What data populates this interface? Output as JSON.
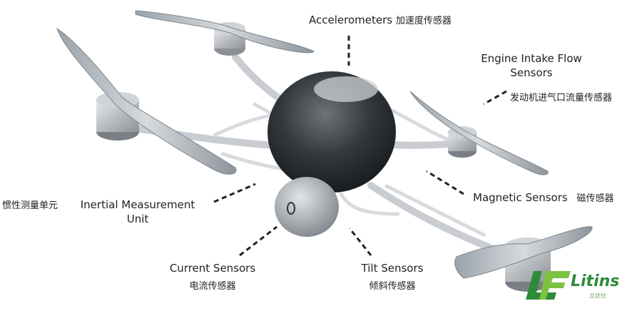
{
  "labels": {
    "accelerometers": {
      "en": "Accelerometers",
      "cn": "加速度传感器"
    },
    "engine_intake": {
      "en_line1": "Engine Intake Flow",
      "en_line2": "Sensors",
      "cn": "发动机进气口流量传感器"
    },
    "imu": {
      "cn": "惯性测量单元",
      "en_line1": "Inertial Measurement",
      "en_line2": "Unit"
    },
    "magnetic": {
      "en": "Magnetic Sensors",
      "cn": "磁传感器"
    },
    "current": {
      "en": "Current Sensors",
      "cn": "电流传感器"
    },
    "tilt": {
      "en": "Tilt Sensors",
      "cn": "倾斜传感器"
    }
  },
  "logo": {
    "name": "Litins",
    "sub": "立达仕"
  },
  "colors": {
    "frame": "#c9cdd2",
    "dome": "#2b3035",
    "label": "#222222",
    "logo_green": "#2e8b3a"
  }
}
